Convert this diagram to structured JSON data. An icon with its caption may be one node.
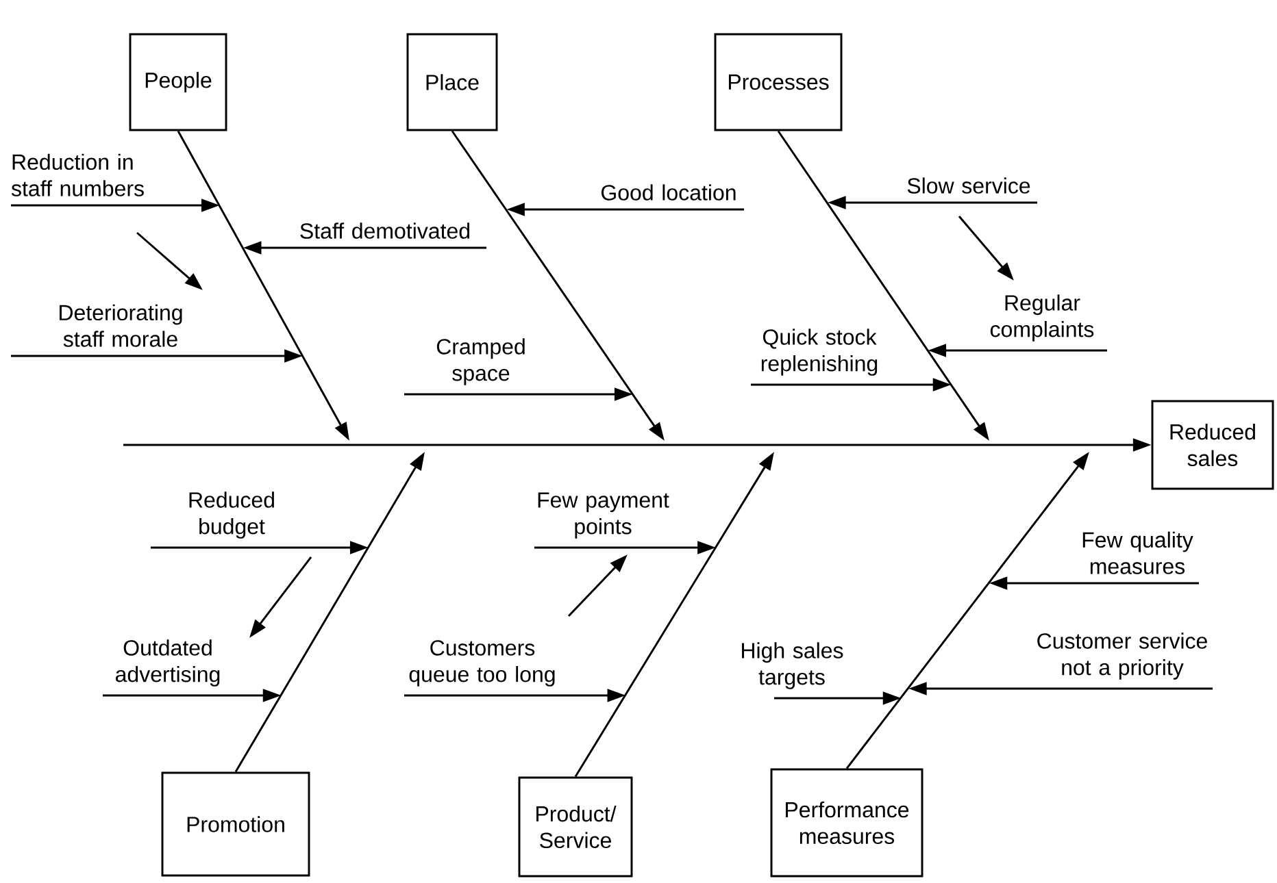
{
  "diagram": {
    "nodes": [
      {
        "text": [
          "People"
        ]
      },
      {
        "text": [
          "Place"
        ]
      },
      {
        "text": [
          "Processes"
        ]
      },
      {
        "text": [
          "Reduced sales"
        ]
      },
      {
        "text": [
          "Promotion"
        ]
      },
      {
        "text": [
          "Product/ Service"
        ]
      },
      {
        "text": [
          "Performance measures"
        ]
      },
      {
        "text": [
          "Reduction in staff numbers"
        ]
      },
      {
        "text": [
          "Staff demotivated"
        ]
      },
      {
        "text": [
          "Deteriorating staff morale"
        ]
      },
      {
        "text": [
          "Good location"
        ]
      },
      {
        "text": [
          "Cramped space"
        ]
      },
      {
        "text": [
          "Slow service"
        ]
      },
      {
        "text": [
          "Regular complaints"
        ]
      },
      {
        "text": [
          "Quick stock replenishing"
        ]
      },
      {
        "text": [
          "Reduced budget"
        ]
      },
      {
        "text": [
          "Outdated advertising"
        ]
      },
      {
        "text": [
          "Few payment points"
        ]
      },
      {
        "text": [
          "Customers queue too long"
        ]
      },
      {
        "text": [
          "High sales targets"
        ]
      },
      {
        "text": [
          "Few quality measures"
        ]
      },
      {
        "text": [
          "Customer service not a priority"
        ]
      }
    ],
    "edges": [
      {
        "from": null,
        "to": 3,
        "arrow": "to"
      },
      {
        "from": 0,
        "to": null,
        "arrow": "to"
      },
      {
        "from": 1,
        "to": null,
        "arrow": "to"
      },
      {
        "from": 2,
        "to": null,
        "arrow": "to"
      },
      {
        "from": 4,
        "to": null,
        "arrow": "to"
      },
      {
        "from": 5,
        "to": null,
        "arrow": "to"
      },
      {
        "from": 6,
        "to": null,
        "arrow": "to"
      },
      {
        "from": 7,
        "to": null,
        "arrow": "to"
      },
      {
        "from": 8,
        "to": null,
        "arrow": "to"
      },
      {
        "from": 9,
        "to": null,
        "arrow": "to"
      },
      {
        "from": 10,
        "to": null,
        "arrow": "to"
      },
      {
        "from": 11,
        "to": null,
        "arrow": "to"
      },
      {
        "from": 12,
        "to": null,
        "arrow": "to"
      },
      {
        "from": 13,
        "to": null,
        "arrow": "to"
      },
      {
        "from": 14,
        "to": null,
        "arrow": "to"
      },
      {
        "from": 15,
        "to": null,
        "arrow": "to"
      },
      {
        "from": 16,
        "to": null,
        "arrow": "to"
      },
      {
        "from": 17,
        "to": null,
        "arrow": "to"
      },
      {
        "from": 18,
        "to": null,
        "arrow": "to"
      },
      {
        "from": 19,
        "to": null,
        "arrow": "to"
      },
      {
        "from": 20,
        "to": null,
        "arrow": "to"
      },
      {
        "from": 21,
        "to": null,
        "arrow": "to"
      },
      {
        "from": 7,
        "to": 9,
        "arrow": "to"
      },
      {
        "from": 12,
        "to": 13,
        "arrow": "to"
      },
      {
        "from": 15,
        "to": 16,
        "arrow": "to"
      },
      {
        "from": 18,
        "to": 17,
        "arrow": "to"
      }
    ]
  }
}
